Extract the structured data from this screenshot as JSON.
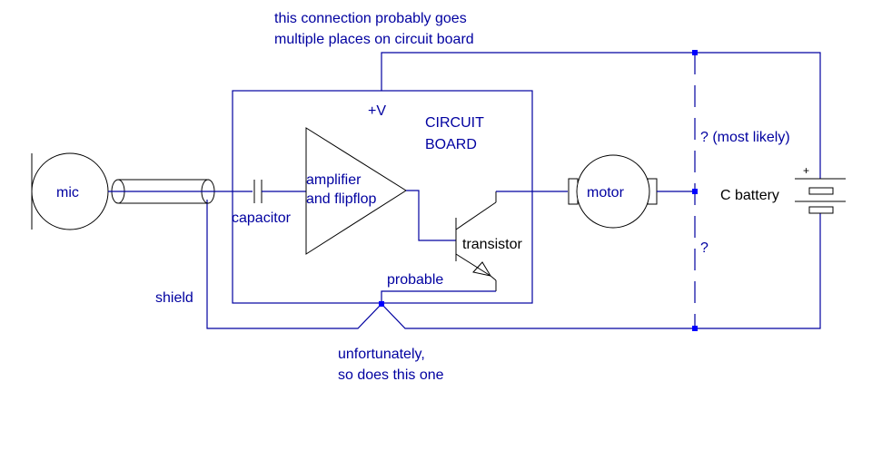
{
  "colors": {
    "wire": "#0000a0",
    "symbol": "#000000",
    "junction": "#0000ff"
  },
  "notes": {
    "top_line1": "this connection probably goes",
    "top_line2": "multiple places on circuit board",
    "bottom_line1": "unfortunately,",
    "bottom_line2": "so does this one",
    "most_likely": "? (most likely)",
    "unknown": "?",
    "probable": "probable"
  },
  "labels": {
    "mic": "mic",
    "shield": "shield",
    "capacitor": "capacitor",
    "amplifier_line1": "amplifier",
    "amplifier_line2": "and flipflop",
    "plus_v": "+V",
    "board_line1": "CIRCUIT",
    "board_line2": "BOARD",
    "transistor": "transistor",
    "motor": "motor",
    "battery": "C battery",
    "battery_plus": "+"
  }
}
